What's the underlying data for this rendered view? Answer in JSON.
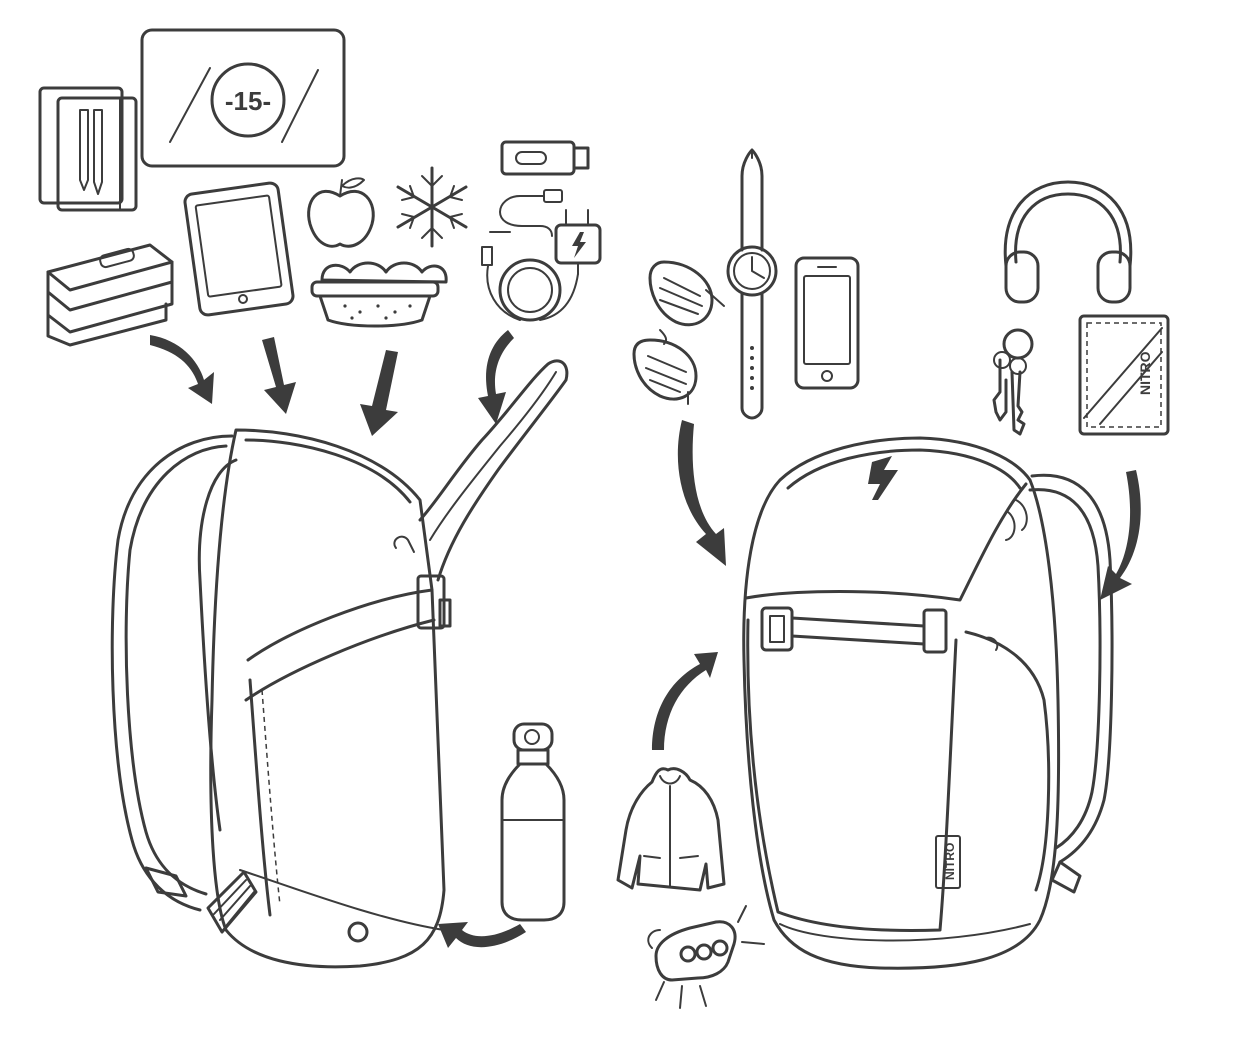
{
  "calculator_label": "-15-",
  "brand_wallet": "NITRO",
  "brand_tag": "NITRO",
  "colors": {
    "line": "#3c3c3c",
    "background": "#ffffff"
  }
}
